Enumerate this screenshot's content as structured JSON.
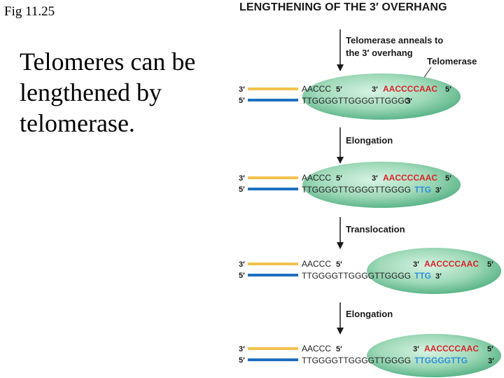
{
  "fig_label": "Fig 11.25",
  "caption": "Telomeres can be lengthened by telomerase.",
  "panel_title": "LENGTHENING OF THE 3′ OVERHANG",
  "step1": {
    "line1": "Telomerase anneals to",
    "line2": "the 3′ overhang"
  },
  "telomerase_label": "Telomerase",
  "steps": [
    "Elongation",
    "Translocation",
    "Elongation"
  ],
  "prime3": "3′",
  "prime5": "5′",
  "strands": {
    "top": "AACCC",
    "template": "AACCCCAAC",
    "bottom_1": "TTGGGGTTGGGGTTGGGG",
    "bottom_2_base": "TTGGGGTTGGGGTTGGGG",
    "bottom_2_new": "TTG",
    "bottom_4_base": "TTGGGGTTGGGGTTGGGG",
    "bottom_4_new": "TTGGGGTTG"
  },
  "colors": {
    "top_strand": "#f2c24e",
    "bottom_strand": "#1f6fc0",
    "template": "#d8232a",
    "new_dna": "#2f8fd6",
    "enzyme_light": "#b8e6cc",
    "enzyme_dark": "#49a87a"
  }
}
